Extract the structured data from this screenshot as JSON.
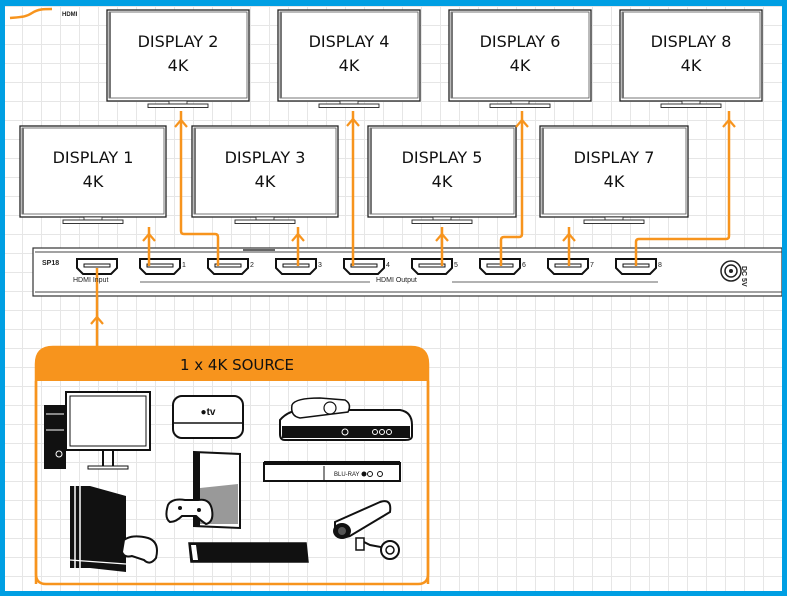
{
  "legend": {
    "label": "HDMI",
    "line_color": "#f7941d"
  },
  "colors": {
    "frame": "#009fe3",
    "cable": "#f7941d",
    "source_header": "#f7941d",
    "grid": "#e6e6e6"
  },
  "displays": [
    {
      "name": "DISPLAY 1",
      "res": "4K",
      "port": 1
    },
    {
      "name": "DISPLAY 2",
      "res": "4K",
      "port": 2
    },
    {
      "name": "DISPLAY 3",
      "res": "4K",
      "port": 3
    },
    {
      "name": "DISPLAY 4",
      "res": "4K",
      "port": 4
    },
    {
      "name": "DISPLAY 5",
      "res": "4K",
      "port": 5
    },
    {
      "name": "DISPLAY 6",
      "res": "4K",
      "port": 6
    },
    {
      "name": "DISPLAY 7",
      "res": "4K",
      "port": 7
    },
    {
      "name": "DISPLAY 8",
      "res": "4K",
      "port": 8
    }
  ],
  "switch": {
    "model": "SP18",
    "input_label": "HDMI Input",
    "output_label": "HDMI Output",
    "port_numbers": [
      "1",
      "2",
      "3",
      "4",
      "5",
      "6",
      "7",
      "8"
    ],
    "power_label": "DC 5V"
  },
  "source": {
    "title": "1 x 4K SOURCE",
    "devices": [
      {
        "icon": "desktop-pc-icon"
      },
      {
        "icon": "apple-tv-icon",
        "text": "tv"
      },
      {
        "icon": "set-top-box-icon"
      },
      {
        "icon": "blu-ray-player-icon",
        "text": "BLU-RAY"
      },
      {
        "icon": "xbox-console-icon"
      },
      {
        "icon": "playstation-console-icon"
      },
      {
        "icon": "media-player-icon"
      },
      {
        "icon": "security-camera-icon"
      }
    ]
  }
}
